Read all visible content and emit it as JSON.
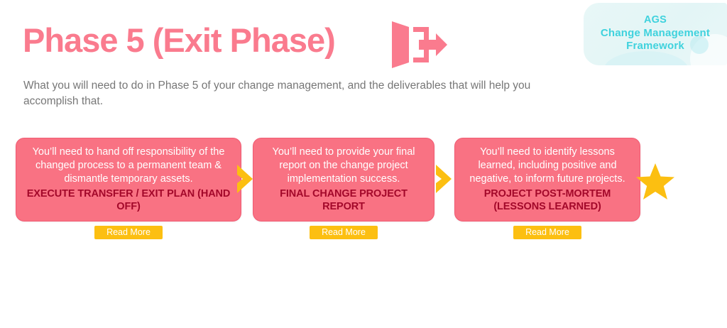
{
  "brand": {
    "line1": "AGS",
    "line2": "Change Management",
    "line3": "Framework",
    "color": "#3fd2dd",
    "background": "#e8f7f7"
  },
  "header": {
    "title": "Phase 5 (Exit Phase)",
    "title_color": "#fa7b8e",
    "icon": "exit-door-arrow-icon",
    "subtitle": "What you will need to do in Phase 5 of your change management, and the deliverables that will help you accomplish that.",
    "subtitle_color": "#777777"
  },
  "theme": {
    "card_fill": "#f97283",
    "card_border": "#f15a72",
    "card_title_color": "#a3082a",
    "accent_gold": "#fcbf11"
  },
  "cards": [
    {
      "description": "You’ll need to hand off responsibility of the changed process to a permanent team & dismantle temporary assets.",
      "title": "EXECUTE TRANSFER / EXIT PLAN (HAND OFF)",
      "button_label": "Read More"
    },
    {
      "description": "You’ll need to provide your final report on the change project implementation success.",
      "title": "FINAL CHANGE PROJECT REPORT",
      "button_label": "Read More"
    },
    {
      "description": "You’ll need to identify lessons learned, including positive and negative, to inform future projects.",
      "title": "PROJECT POST-MORTEM (LESSONS LEARNED)",
      "button_label": "Read More"
    }
  ],
  "connectors": {
    "count": 2,
    "icon": "chevron-right-icon",
    "color": "#fcbf11"
  },
  "end_marker": {
    "icon": "star-icon",
    "color": "#fcbf11"
  }
}
